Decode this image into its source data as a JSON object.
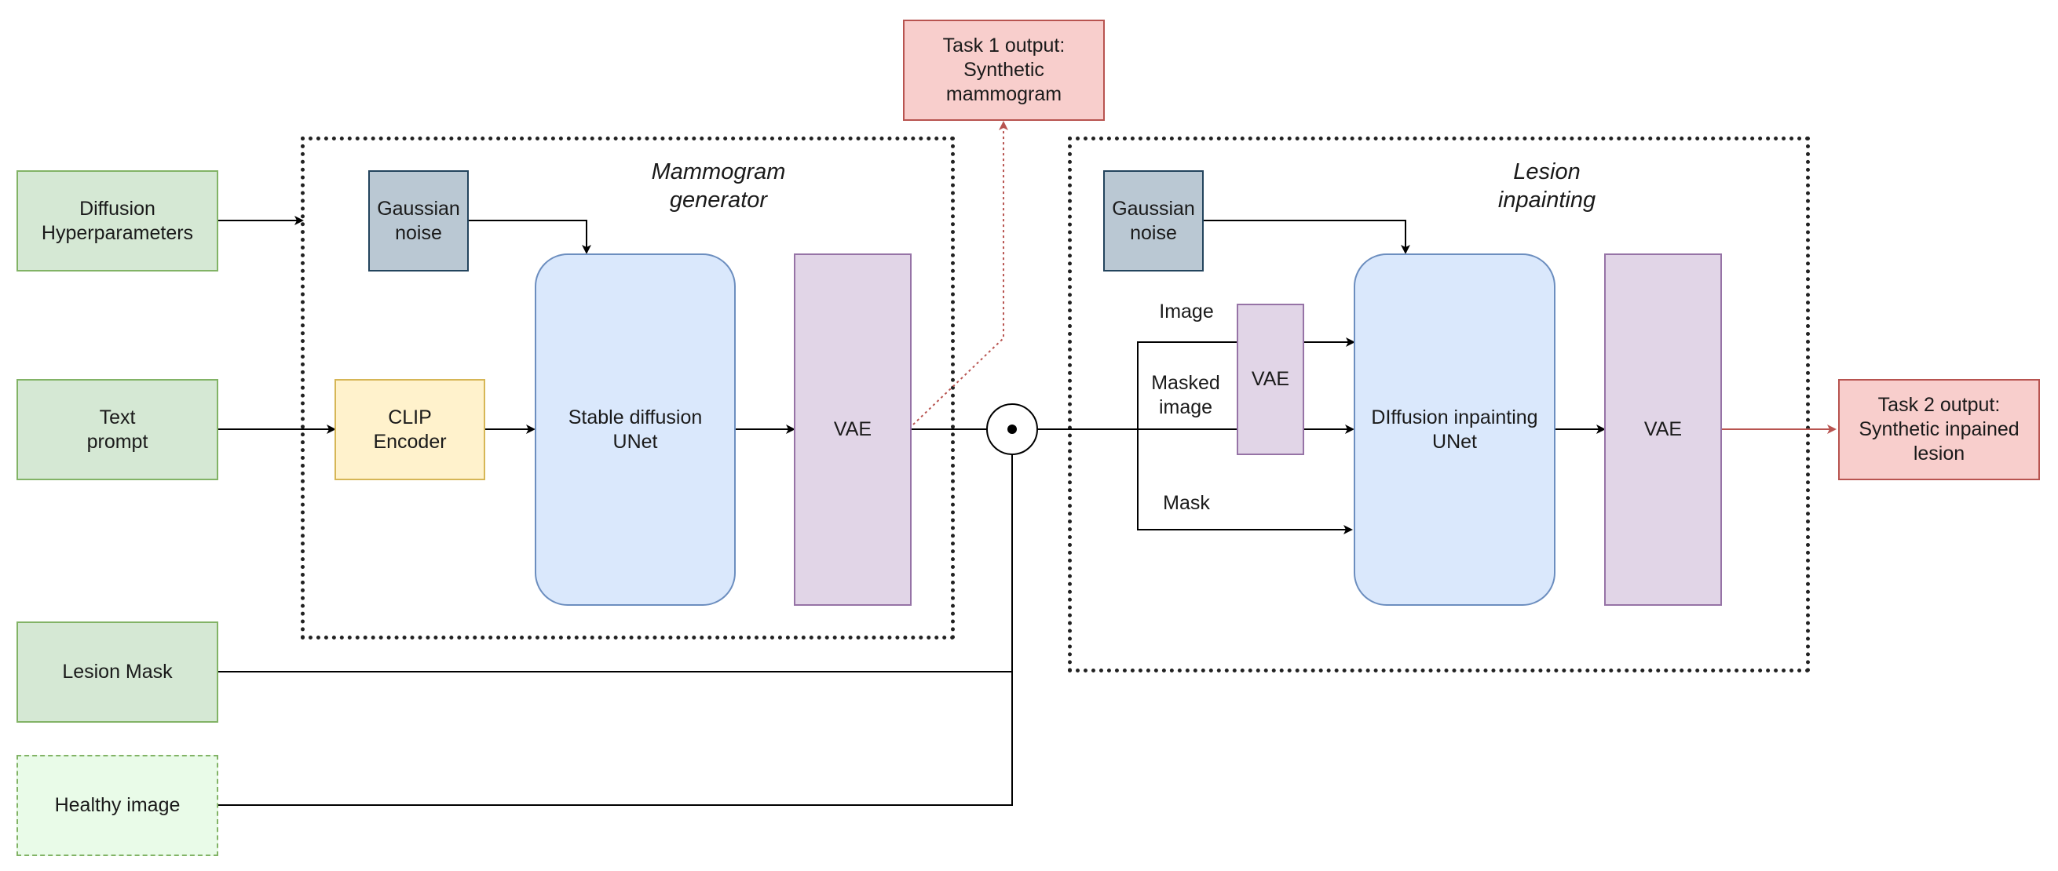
{
  "inputs": {
    "diffusion_hyperparameters": "Diffusion\nHyperparameters",
    "text_prompt": "Text\nprompt",
    "lesion_mask": "Lesion Mask",
    "healthy_image": "Healthy image"
  },
  "mammogram_generator": {
    "title": "Mammogram\ngenerator",
    "gaussian_noise": "Gaussian\nnoise",
    "clip_encoder": "CLIP\nEncoder",
    "unet": "Stable diffusion\nUNet",
    "vae": "VAE"
  },
  "lesion_inpainting": {
    "title": "Lesion\ninpainting",
    "gaussian_noise": "Gaussian\nnoise",
    "label_image": "Image",
    "label_masked_image": "Masked\nimage",
    "label_mask": "Mask",
    "encoder_vae": "VAE",
    "unet": "DIffusion inpainting\nUNet",
    "vae": "VAE"
  },
  "outputs": {
    "task1": "Task 1 output:\nSynthetic\nmammogram",
    "task2": "Task 2 output:\nSynthetic inpained\nlesion"
  },
  "colors": {
    "input_fill": "#d5e8d4",
    "noise_fill": "#bac8d3",
    "encoder_fill": "#fff2cc",
    "unet_fill": "#dae8fc",
    "vae_fill": "#e1d5e7",
    "output_fill": "#f8cecc",
    "output_arrow": "#b85450"
  }
}
